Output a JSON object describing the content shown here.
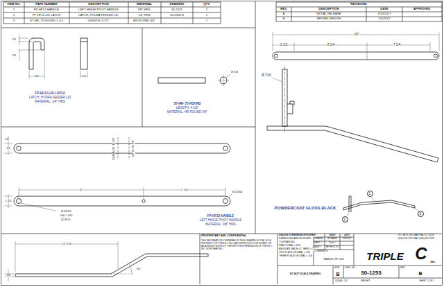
{
  "diagram": {
    "nodes": [
      {
        "text": [
          "1"
        ]
      },
      {
        "text": [
          "2"
        ]
      },
      {
        "text": [
          "3"
        ]
      }
    ],
    "labels": [
      "ITEM NO.",
      "PART NUMBER",
      "DESCRIPTION",
      "MATERIAL",
      "DRAWING",
      "QTY.",
      "1",
      "FP-HF12-HANDLE",
      "LEFT HINGE PIVOT HANDLE",
      "3/8\" HRS.",
      "30-2225",
      "1",
      "2",
      "FP-HF12-LID LATCH",
      "LATCH, HYDRA FEEDER LID",
      "1/4\" HRS",
      "30-2306 B",
      "1",
      "3",
      "ST-HR-.75 ROUND L 4.5",
      "LENGTH: 4-1/2\"",
      "HR ROUND 3/4\"",
      "-",
      "1",
      "REVISIONS",
      "REV.",
      "DESCRIPTION",
      "DATE",
      "APPROVED",
      "A",
      "INITIAL RELEASE",
      "4/14/2017",
      "B",
      "REVISE LENGTH",
      "5/5/2017",
      "1/4",
      "1/8",
      "3/4",
      "1/2",
      "FP-HF12-LID LATCH",
      "LATCH, HYDRA FEEDER LID",
      "MATERIAL: 1/4\" HRS",
      "ST-HR-.75 ROUND",
      "LENGTH: 4-1/2\"",
      "MATERIAL: HR ROUND 3/4\"",
      "Ø 3/4",
      "1/8",
      "1/2",
      "DOWN 30° R 3/8\"",
      "UP 30° R 3/8\"",
      "11\"",
      "7 1/4",
      "1 1/2",
      "Ø 25/64",
      "Ø 49/64",
      ".000 / .005",
      "(2) PLS.",
      "FP-HF12-HANDLE",
      "LEFT HINGE PIVOT HANDLE",
      "MATERIAL: 3/8\" HRS",
      "13 7/16",
      "30°",
      "3/8",
      "19\"",
      "2 1/2",
      "8 1/4",
      "7 1/4",
      "Ø 7/16",
      "POWDERCOAT GLOSS BLACK",
      "UNLESS OTHERWISE SPECIFIED:",
      "DIMENSIONS ARE IN INCHES",
      "TOLERANCES:",
      "FRACTIONAL ± 1/16",
      "ANGULAR: MACH ± 1° BEND ± 2°",
      "TWO PLACE DECIMAL ± .010",
      "THREE PLACE DECIMAL ± .005",
      "NAME",
      "DATE",
      "DRAWN",
      "ETHANN",
      "5/4/2017",
      "PART #",
      "Part #",
      "ASM #",
      "HF-HF12-S1",
      "COMMENTS:",
      "HANDLE, HF 1200",
      "P.O. BOX 246, MARTHA, KY 41159",
      "(606) 652-3574 FAX (606) 652-3511",
      "TRIPLE",
      "C",
      "INC",
      "SIZE",
      "B",
      "DWG. NO.",
      "30-1253",
      "REV",
      "B",
      "SCALE: 1:6",
      "WEIGHT:",
      "SHEET 1 OF 1",
      "DO NOT SCALE DRAWING",
      "PROPRIETARY AND CONFIDENTIAL",
      "THE INFORMATION CONTAINED IN THIS DRAWING IS THE SOLE PROPERTY OF TRIPLE C INC. ANY REPRODUCTION IN PART OR AS A WHOLE WITHOUT THE WRITTEN PERMISSION OF TRIPLE C INC IS PROHIBITED."
    ]
  }
}
